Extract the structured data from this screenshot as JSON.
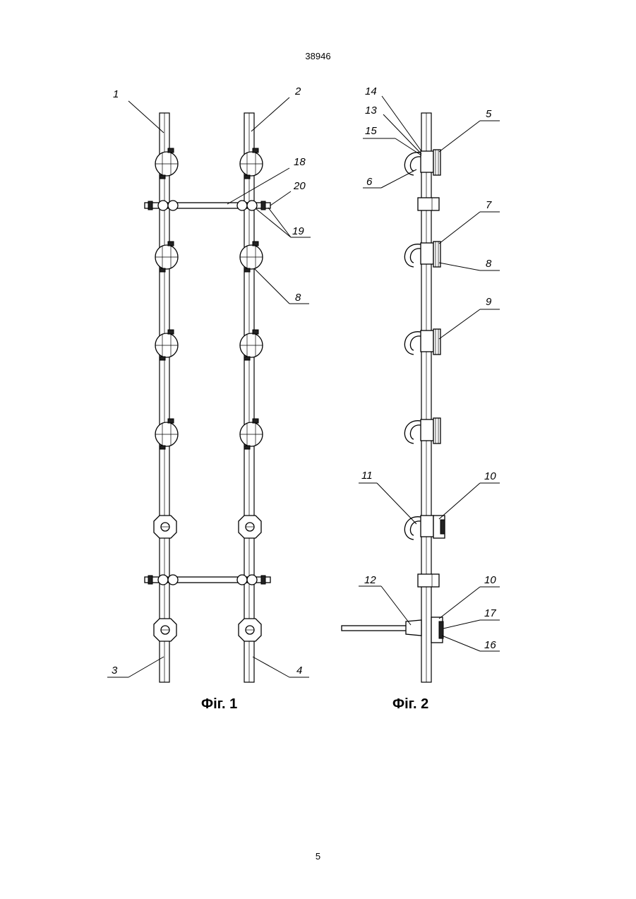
{
  "document_number": "38946",
  "page_number": "5",
  "figures": [
    {
      "caption": "Фіг. 1"
    },
    {
      "caption": "Фіг. 2"
    }
  ],
  "labels": {
    "fig1": [
      "1",
      "2",
      "18",
      "20",
      "19",
      "8",
      "3",
      "4"
    ],
    "fig2": [
      "14",
      "13",
      "15",
      "5",
      "6",
      "7",
      "8",
      "9",
      "11",
      "10",
      "12",
      "10",
      "17",
      "16"
    ]
  }
}
